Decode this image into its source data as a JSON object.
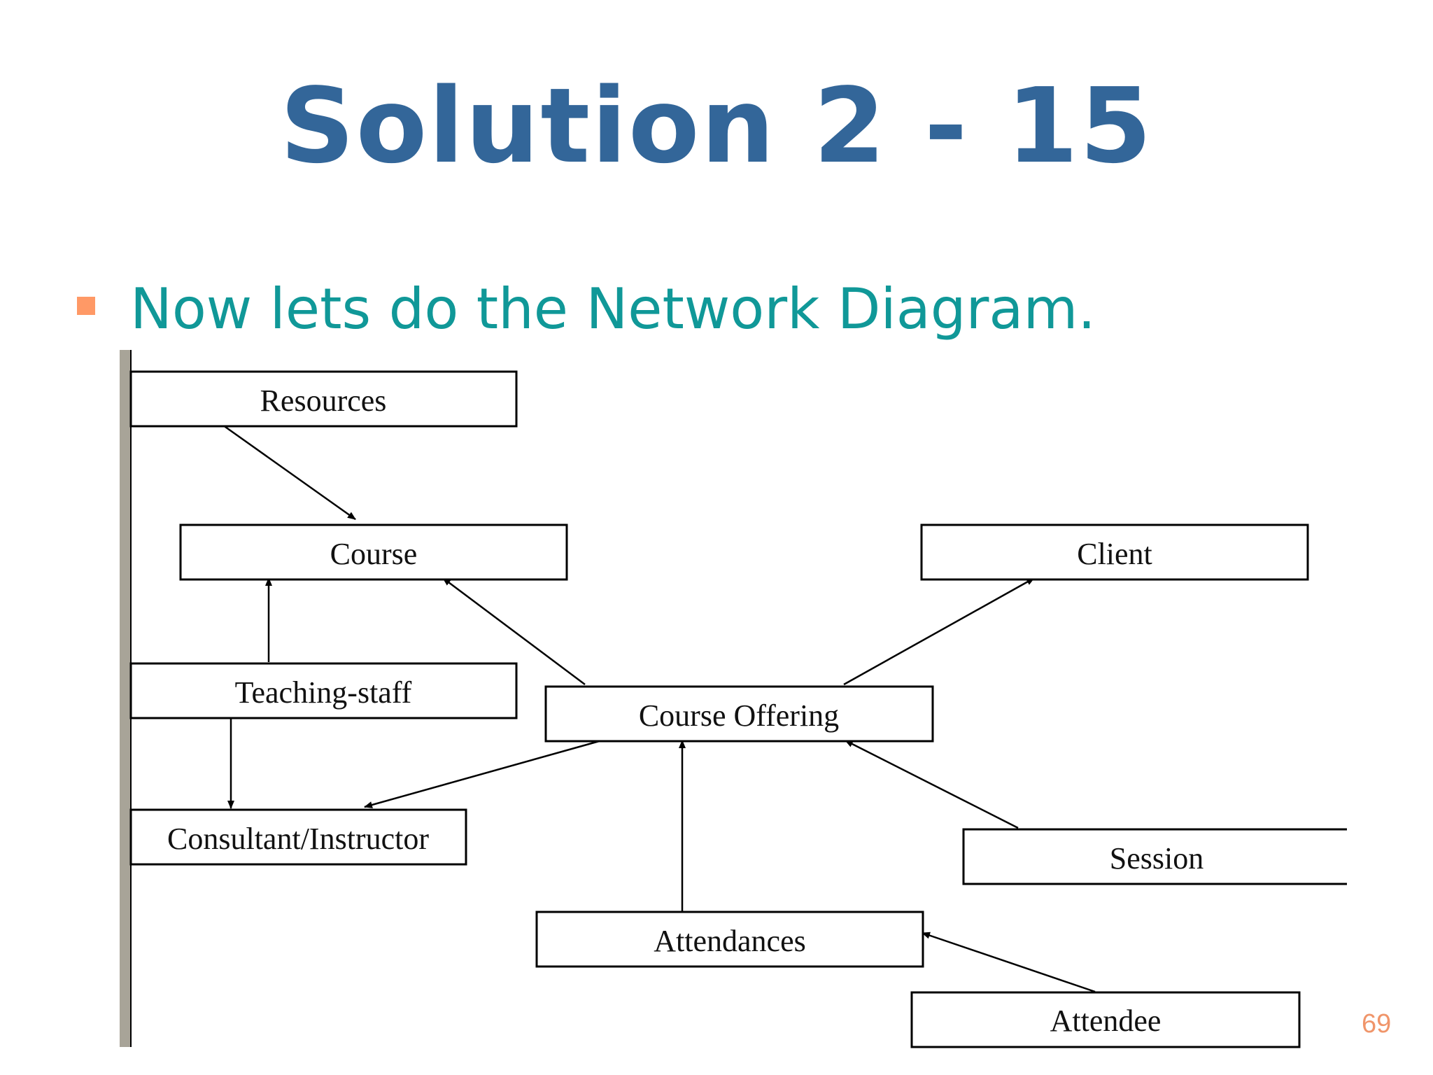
{
  "slide": {
    "title": "Solution 2 - 15",
    "bullet": "Now lets do the Network Diagram.",
    "page_number": "69"
  },
  "colors": {
    "title": "#336699",
    "bullet_text": "#109898",
    "bullet_marker": "#ff9966",
    "page_number": "#f0956a",
    "left_bar": "#a8a498"
  },
  "diagram": {
    "nodes": [
      {
        "id": "resources",
        "label": "Resources"
      },
      {
        "id": "course",
        "label": "Course"
      },
      {
        "id": "client",
        "label": "Client"
      },
      {
        "id": "teaching_staff",
        "label": "Teaching-staff"
      },
      {
        "id": "course_offering",
        "label": "Course Offering"
      },
      {
        "id": "consultant_instructor",
        "label": "Consultant/Instructor"
      },
      {
        "id": "session",
        "label": "Session"
      },
      {
        "id": "attendances",
        "label": "Attendances"
      },
      {
        "id": "attendee",
        "label": "Attendee"
      }
    ],
    "edges": [
      {
        "from": "resources",
        "to": "course"
      },
      {
        "from": "teaching_staff",
        "to": "course"
      },
      {
        "from": "course_offering",
        "to": "course"
      },
      {
        "from": "course_offering",
        "to": "client"
      },
      {
        "from": "teaching_staff",
        "to": "consultant_instructor"
      },
      {
        "from": "course_offering",
        "to": "consultant_instructor"
      },
      {
        "from": "session",
        "to": "course_offering"
      },
      {
        "from": "attendances",
        "to": "course_offering"
      },
      {
        "from": "attendee",
        "to": "attendances"
      }
    ]
  }
}
